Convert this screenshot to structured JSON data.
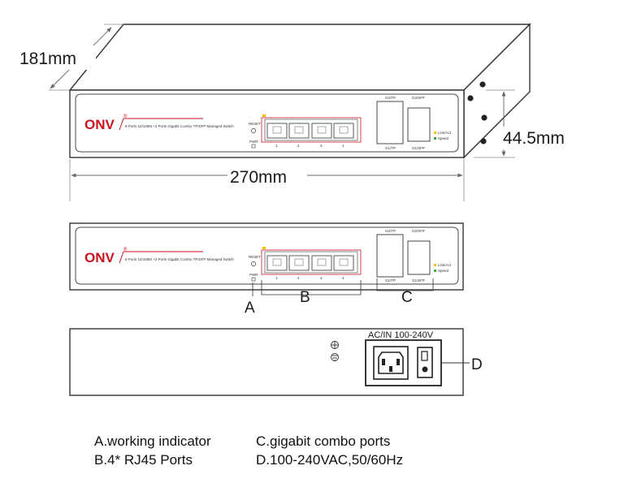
{
  "dimensions": {
    "depth": "181mm",
    "width": "270mm",
    "height": "44.5mm"
  },
  "brand": {
    "logo": "ONV",
    "product_line": "9 Ports 10/100M +2 Ports Gigabit Combo TP/SFP Managed Switch"
  },
  "front_panel": {
    "reset_label": "RESET",
    "pwr_label": "PWR",
    "port_numbers": [
      "1",
      "2",
      "3",
      "4"
    ],
    "combo_tp_top": "G2/TP",
    "combo_tp_bottom": "G1/TP",
    "combo_sfp_top": "G2/SFP",
    "combo_sfp_bottom": "G1/SFP",
    "legend_link": "Link/Act",
    "legend_speed": "Speed"
  },
  "callouts": {
    "a": "A",
    "b": "B",
    "c": "C",
    "d": "D"
  },
  "rear_panel": {
    "power_label": "AC/IN 100-240V"
  },
  "legend": [
    [
      "A.working indicator",
      "C.gigabit combo ports"
    ],
    [
      "B.4* RJ45 Ports",
      "D.100-240VAC,50/60Hz"
    ]
  ],
  "colors": {
    "link_led": "#f2c200",
    "speed_led": "#3aa63a",
    "logo": "#c8141e"
  }
}
